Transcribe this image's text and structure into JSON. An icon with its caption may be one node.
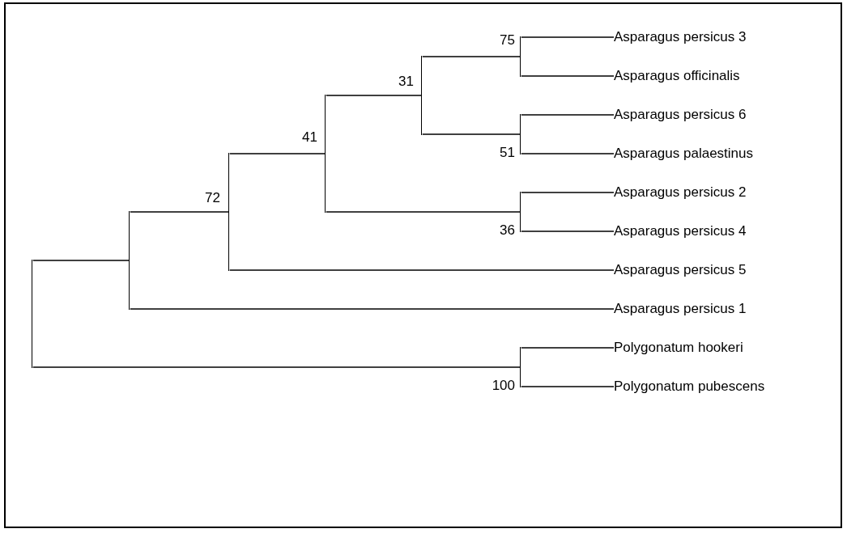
{
  "diagram": {
    "nodes": [
      {
        "text": [],
        "shape": "line"
      },
      {
        "text": [],
        "shape": "line"
      },
      {
        "text": [],
        "shape": "line",
        "beside": [
          "72"
        ]
      },
      {
        "text": [],
        "shape": "line",
        "beside": [
          "41"
        ]
      },
      {
        "text": [],
        "shape": "line",
        "beside": [
          "31"
        ]
      },
      {
        "text": [],
        "shape": "line",
        "beside": [
          "75"
        ]
      },
      {
        "text": [
          "Asparagus persicus 3"
        ]
      },
      {
        "text": [
          "Asparagus officinalis"
        ]
      },
      {
        "text": [],
        "shape": "line",
        "beside": [
          "51"
        ]
      },
      {
        "text": [
          "Asparagus persicus 6"
        ]
      },
      {
        "text": [
          "Asparagus palaestinus"
        ]
      },
      {
        "text": [],
        "shape": "line",
        "beside": [
          "36"
        ]
      },
      {
        "text": [
          "Asparagus persicus 2"
        ]
      },
      {
        "text": [
          "Asparagus persicus 4"
        ]
      },
      {
        "text": [
          "Asparagus persicus 5"
        ]
      },
      {
        "text": [
          "Asparagus persicus 1"
        ]
      },
      {
        "text": [],
        "shape": "line",
        "beside": [
          "100"
        ]
      },
      {
        "text": [
          "Polygonatum hookeri"
        ]
      },
      {
        "text": [
          "Polygonatum pubescens"
        ]
      }
    ],
    "edges": [
      {
        "from": 0,
        "to": 1,
        "arrow": "none"
      },
      {
        "from": 0,
        "to": 16,
        "arrow": "none"
      },
      {
        "from": 1,
        "to": 2,
        "arrow": "none"
      },
      {
        "from": 1,
        "to": 15,
        "arrow": "none"
      },
      {
        "from": 2,
        "to": 3,
        "arrow": "none"
      },
      {
        "from": 2,
        "to": 14,
        "arrow": "none"
      },
      {
        "from": 3,
        "to": 4,
        "arrow": "none"
      },
      {
        "from": 3,
        "to": 11,
        "arrow": "none"
      },
      {
        "from": 4,
        "to": 5,
        "arrow": "none"
      },
      {
        "from": 4,
        "to": 8,
        "arrow": "none"
      },
      {
        "from": 5,
        "to": 6,
        "arrow": "none"
      },
      {
        "from": 5,
        "to": 7,
        "arrow": "none"
      },
      {
        "from": 8,
        "to": 9,
        "arrow": "none"
      },
      {
        "from": 8,
        "to": 10,
        "arrow": "none"
      },
      {
        "from": 11,
        "to": 12,
        "arrow": "none"
      },
      {
        "from": 11,
        "to": 13,
        "arrow": "none"
      },
      {
        "from": 16,
        "to": 17,
        "arrow": "none"
      },
      {
        "from": 16,
        "to": 18,
        "arrow": "none"
      }
    ]
  }
}
